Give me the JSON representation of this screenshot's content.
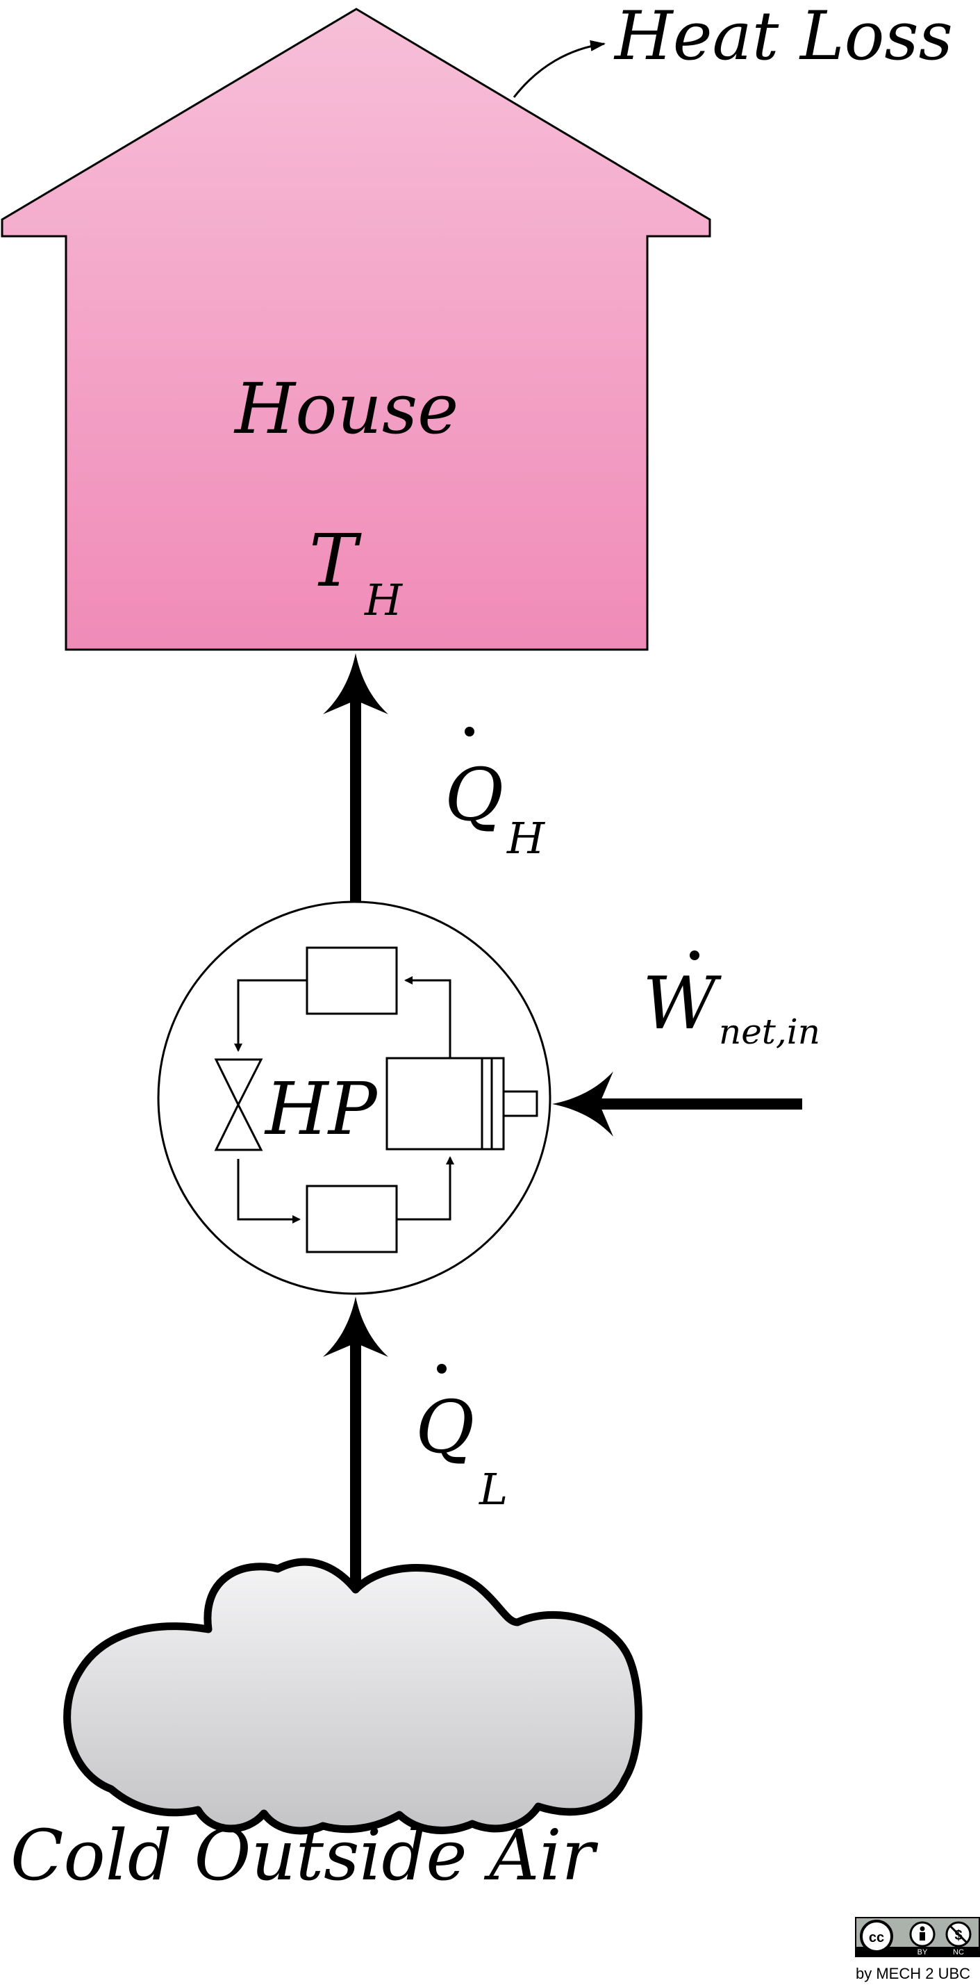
{
  "labels": {
    "heat_loss": "Heat Loss",
    "house": "House",
    "t_h_main": "T",
    "t_h_sub": "H",
    "q_h_main": "Q",
    "q_h_sub": "H",
    "hp": "HP",
    "w_main": "W",
    "w_sub": "net,in",
    "q_l_main": "Q",
    "q_l_sub": "L",
    "cold_air": "Cold Outside Air"
  },
  "license": {
    "badge_cc": "cc",
    "badge_by": "BY",
    "badge_nc": "NC",
    "credit": "by MECH 2 UBC"
  },
  "colors": {
    "house_fill_top": "#f7bfd8",
    "house_fill_bottom": "#f08bb8",
    "cloud_fill_top": "#f4f4f5",
    "cloud_fill_bottom": "#c4c4c7",
    "stroke": "#000000"
  }
}
